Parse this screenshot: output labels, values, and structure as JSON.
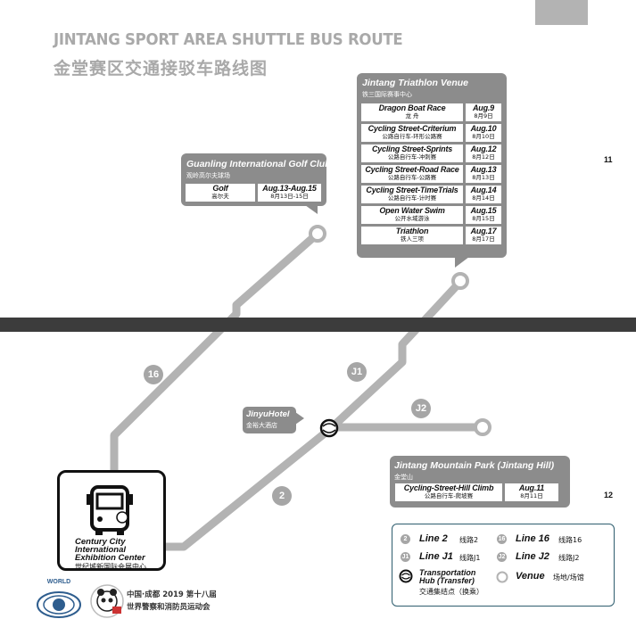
{
  "page_number_top": "11",
  "page_number_bottom": "12",
  "title": {
    "en": "JINTANG SPORT AREA SHUTTLE BUS ROUTE",
    "cn": "金堂赛区交通接驳车路线图"
  },
  "colors": {
    "route": "#b3b3b3",
    "card": "#8c8c8c",
    "legend_border": "#2e5d6e",
    "divider": "#3c3c3c"
  },
  "routes": {
    "line16": "16",
    "lineJ1": "J1",
    "lineJ2": "J2",
    "line2": "2"
  },
  "golf_venue": {
    "name_en": "Guanling International Golf Club",
    "name_cn": "观岭高尔夫球场",
    "events": [
      {
        "en": "Golf",
        "cn": "高尔夫",
        "date_en": "Aug.13-Aug.15",
        "date_cn": "8月13日-15日"
      }
    ]
  },
  "triathlon_venue": {
    "name_en": "Jintang Triathlon Venue",
    "name_cn": "铁三国际赛事中心",
    "events": [
      {
        "en": "Dragon Boat Race",
        "cn": "龙 舟",
        "date_en": "Aug.9",
        "date_cn": "8月9日"
      },
      {
        "en": "Cycling Street-Criterium",
        "cn": "公路自行车-环形公路赛",
        "date_en": "Aug.10",
        "date_cn": "8月10日"
      },
      {
        "en": "Cycling Street-Sprints",
        "cn": "公路自行车-冲刺赛",
        "date_en": "Aug.12",
        "date_cn": "8月12日"
      },
      {
        "en": "Cycling Street-Road Race",
        "cn": "公路自行车-公路赛",
        "date_en": "Aug.13",
        "date_cn": "8月13日"
      },
      {
        "en": "Cycling Street-TimeTrials",
        "cn": "公路自行车-计时赛",
        "date_en": "Aug.14",
        "date_cn": "8月14日"
      },
      {
        "en": "Open Water Swim",
        "cn": "公开水域游泳",
        "date_en": "Aug.15",
        "date_cn": "8月15日"
      },
      {
        "en": "Triathlon",
        "cn": "铁人三项",
        "date_en": "Aug.17",
        "date_cn": "8月17日"
      }
    ]
  },
  "mountain_venue": {
    "name_en": "Jintang Mountain Park (Jintang Hill)",
    "name_cn": "金堂山",
    "events": [
      {
        "en": "Cycling-Street-Hill Climb",
        "cn": "公路自行车-爬坡赛",
        "date_en": "Aug.11",
        "date_cn": "8月11日"
      }
    ]
  },
  "hotel": {
    "name_en": "JinyuHotel",
    "name_cn": "金裕大酒店"
  },
  "hub": {
    "line1": "Century City",
    "line2": "International",
    "line3": "Exhibition Center",
    "cn": "世纪城新国际会展中心"
  },
  "legend": {
    "line2": {
      "badge": "2",
      "en": "Line 2",
      "cn": "线路2"
    },
    "line16": {
      "badge": "16",
      "en": "Line 16",
      "cn": "线路16"
    },
    "lineJ1": {
      "badge": "J1",
      "en": "Line J1",
      "cn": "线路J1"
    },
    "lineJ2": {
      "badge": "J2",
      "en": "Line J2",
      "cn": "线路J2"
    },
    "hub": {
      "en1": "Transportation",
      "en2": "Hub (Transfer)",
      "cn": "交通集结点（换乘）"
    },
    "venue": {
      "en": "Venue",
      "cn": "场地/场馆"
    }
  },
  "footer": {
    "logo1": "WORLD",
    "line1": "中国·成都 2019 第十八届",
    "line2": "世界警察和消防员运动会"
  }
}
